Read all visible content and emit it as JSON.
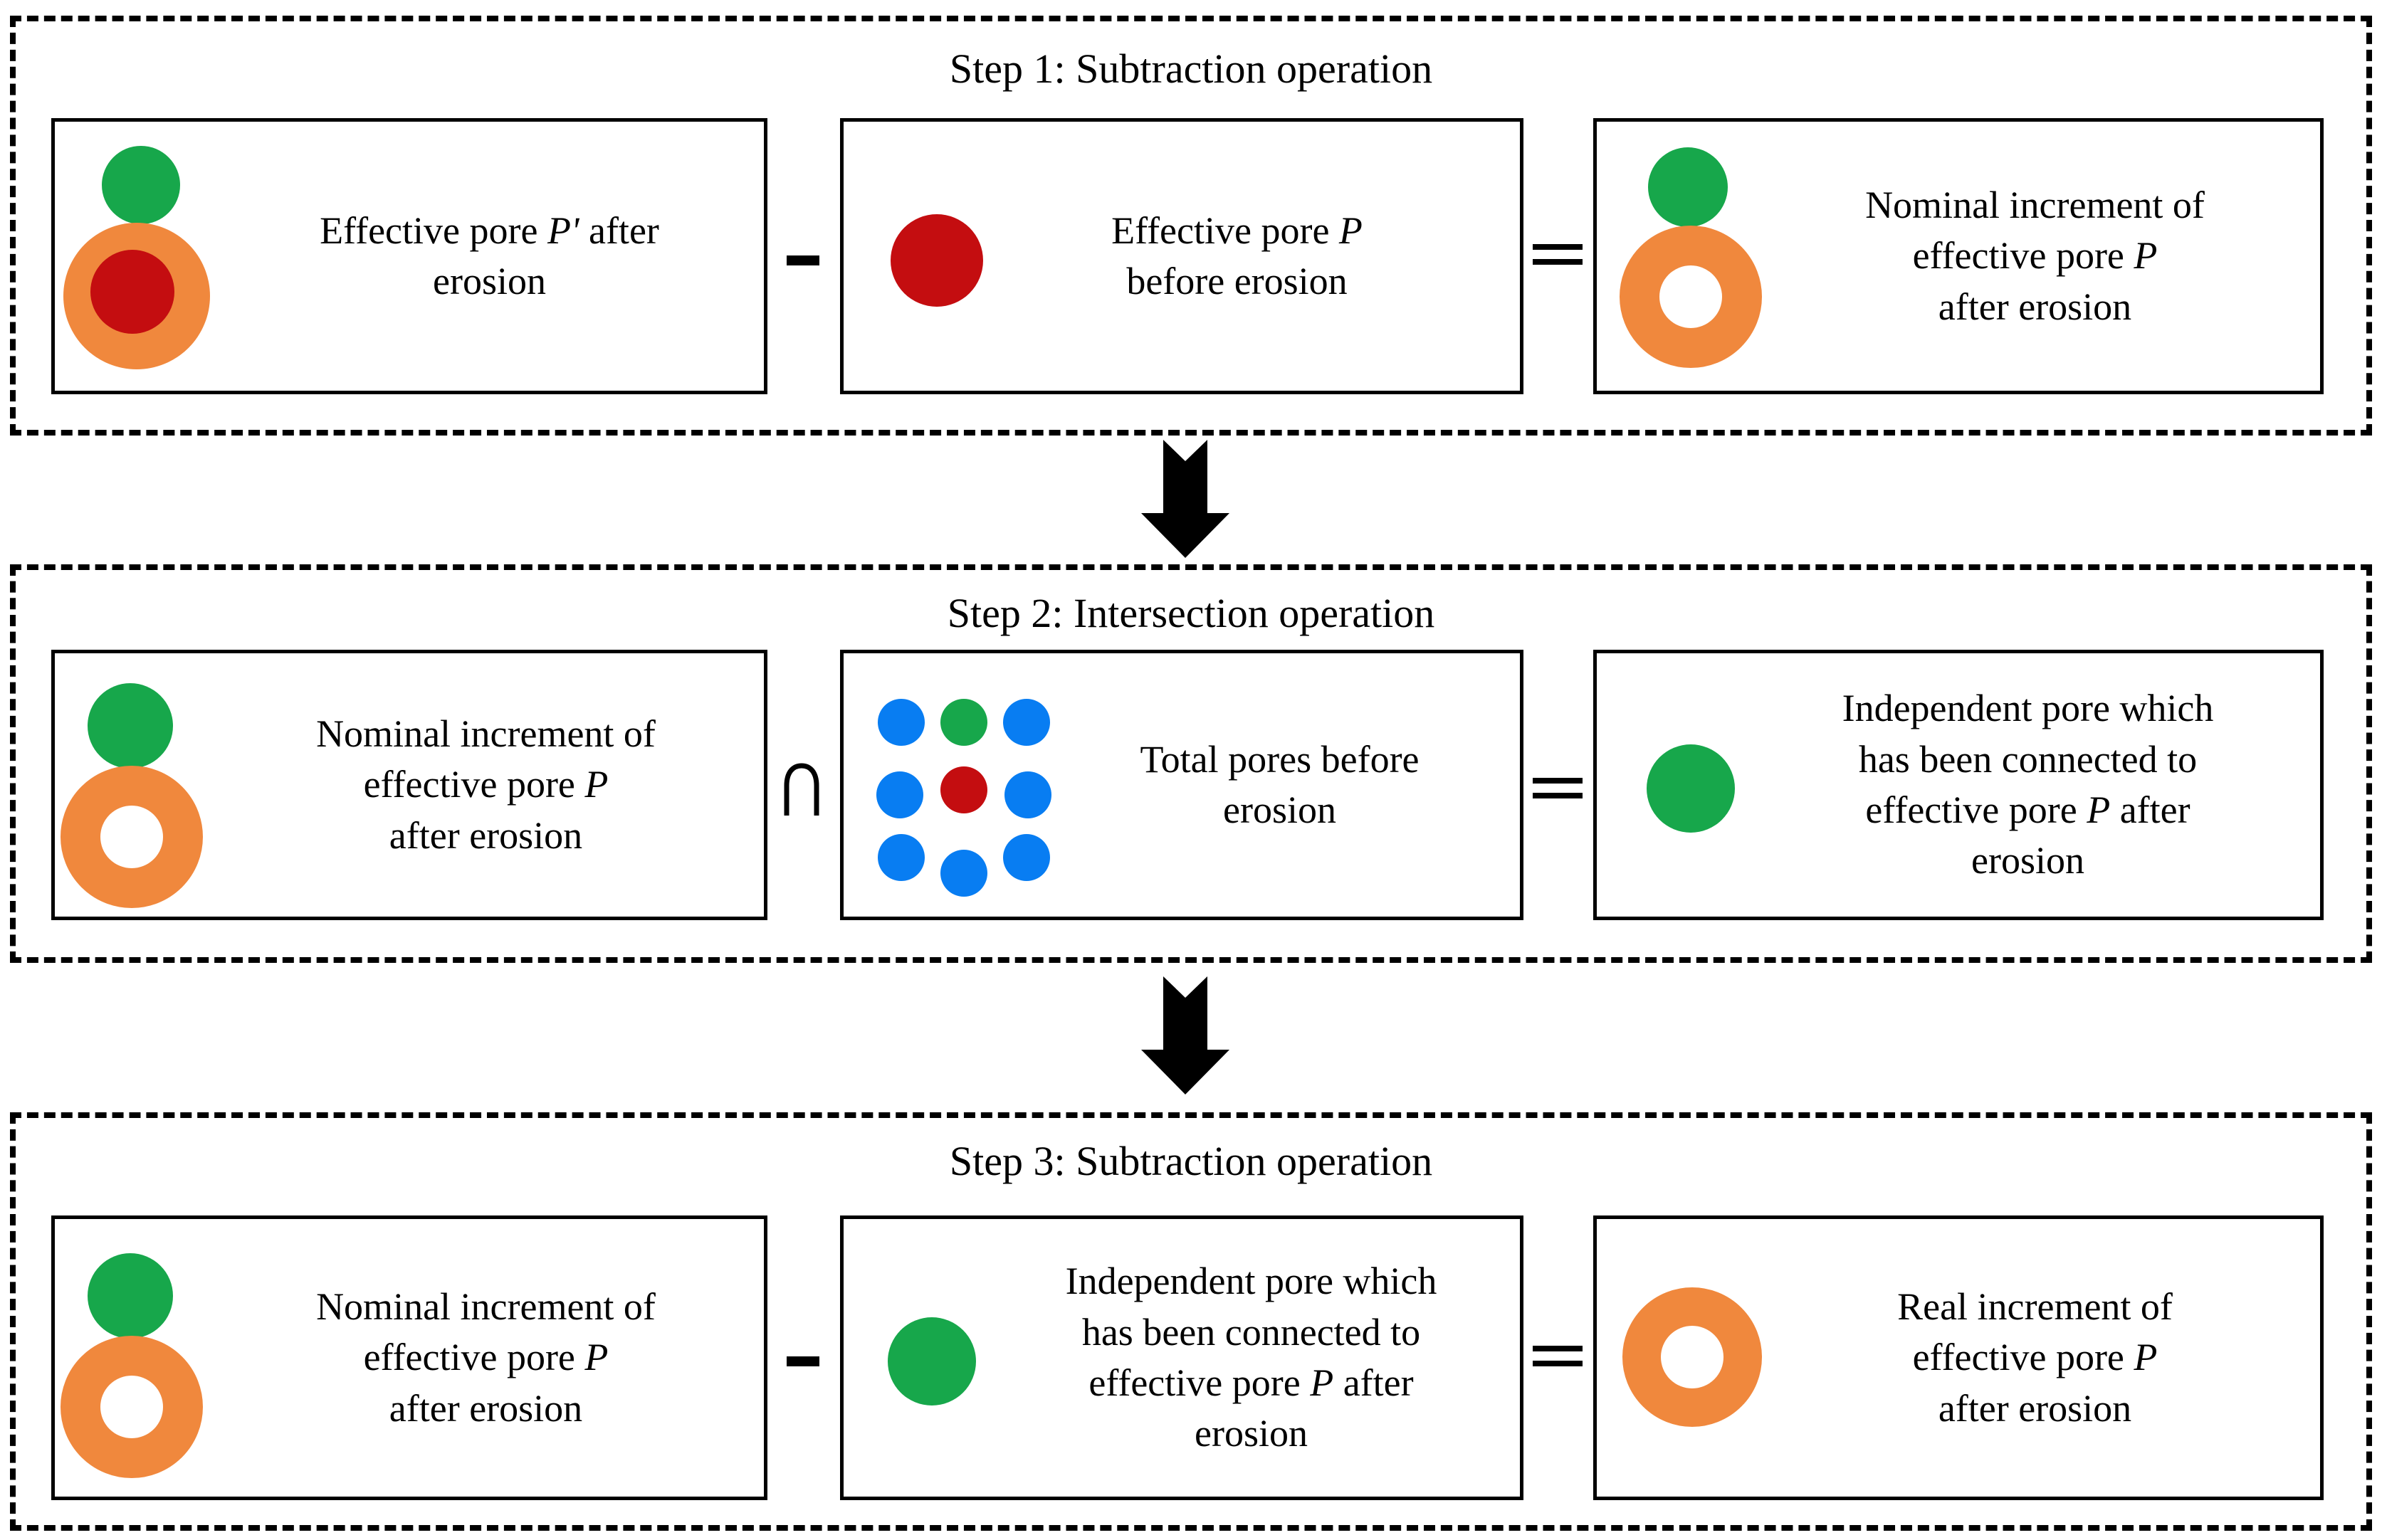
{
  "figure": {
    "type": "flow-diagram",
    "background": "#ffffff",
    "colors": {
      "green": "#17A74B",
      "orange": "#F0883D",
      "red": "#C40D10",
      "blue": "#087DF2",
      "line": "#000000"
    },
    "steps": [
      {
        "title": "Step 1: Subtraction operation",
        "operators": [
          "−",
          "="
        ],
        "boxes": [
          {
            "icon": "green-pore-and-orange-disk-with-red-core",
            "label": "Effective pore *P'* after\nerosion"
          },
          {
            "icon": "red-pore",
            "label": "Effective pore *P*\nbefore erosion"
          },
          {
            "icon": "green-pore-and-orange-ring",
            "label": "Nominal increment of\neffective pore *P*\nafter erosion"
          }
        ]
      },
      {
        "title": "Step 2: Intersection operation",
        "operators": [
          "∩",
          "="
        ],
        "boxes": [
          {
            "icon": "green-pore-and-orange-ring",
            "label": "Nominal increment of\neffective pore *P*\nafter erosion"
          },
          {
            "icon": "pore-grid",
            "grid": [
              [
                "blue",
                "green",
                "blue"
              ],
              [
                "blue",
                "red",
                "blue"
              ],
              [
                "blue",
                "blue",
                "blue"
              ]
            ],
            "label": "Total pores before\nerosion"
          },
          {
            "icon": "green-pore",
            "label": "Independent pore which\nhas been connected to\neffective pore *P* after\nerosion"
          }
        ]
      },
      {
        "title": "Step 3: Subtraction operation",
        "operators": [
          "−",
          "="
        ],
        "boxes": [
          {
            "icon": "green-pore-and-orange-ring",
            "label": "Nominal increment of\neffective pore *P*\nafter erosion"
          },
          {
            "icon": "green-pore",
            "label": "Independent pore which\nhas been connected to\neffective pore *P*  after\nerosion"
          },
          {
            "icon": "orange-ring",
            "label": "Real increment of\neffective pore *P*\nafter erosion"
          }
        ]
      }
    ],
    "connectors": [
      {
        "type": "down-arrow"
      },
      {
        "type": "down-arrow"
      }
    ]
  }
}
